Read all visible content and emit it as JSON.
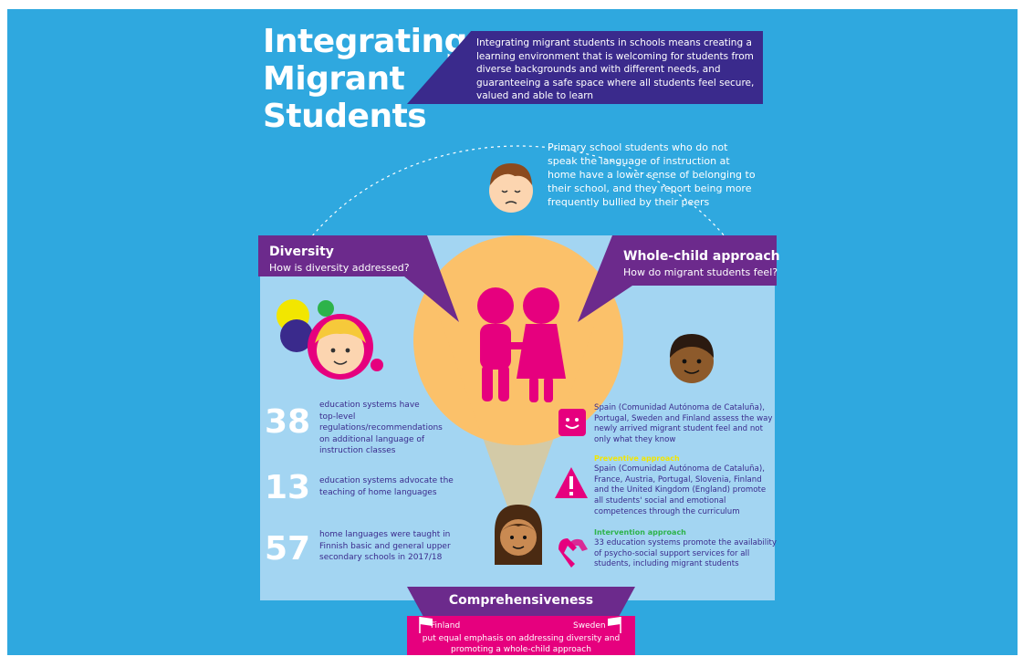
{
  "title_lines": [
    "Integrating",
    "Migrant",
    "Students"
  ],
  "intro": "Integrating migrant students in schools means creating a learning environment that is welcoming for students from diverse backgrounds and with different needs, and guaranteeing a safe space where all students feel secure, valued and able to learn",
  "primary_note": "Primary school students who do not speak the language of instruction at home have a lower sense of belonging to their school, and they report being more frequently bullied by their peers",
  "diversity": {
    "title": "Diversity",
    "subtitle": "How is diversity addressed?",
    "stats": [
      {
        "number": "38",
        "text": "education systems have top-level regulations/recommendations on additional language of instruction classes"
      },
      {
        "number": "13",
        "text": "education systems advocate the teaching of home languages"
      },
      {
        "number": "57",
        "text": "home languages were taught in Finnish basic and general upper secondary schools in 2017/18"
      }
    ]
  },
  "whole_child": {
    "title": "Whole-child approach",
    "subtitle": "How do migrant students feel?",
    "items": [
      {
        "label": "",
        "text": "Spain (Comunidad Autónoma de Cataluña), Portugal, Sweden and Finland assess the way newly arrived migrant student feel and not only what they know"
      },
      {
        "label": "Preventive approach",
        "text": "Spain (Comunidad Autónoma de Cataluña), France, Austria, Portugal, Slovenia, Finland and the United Kingdom (England) promote all students' social and emotional competences through the curriculum"
      },
      {
        "label": "Intervention approach",
        "text": "33 education systems promote the availability of psycho-social support services for all students, including migrant students"
      }
    ]
  },
  "comprehensiveness": {
    "title": "Comprehensiveness",
    "left_flag": "Finland",
    "right_flag": "Sweden",
    "text": "put equal emphasis on addressing diversity and promoting a whole-child approach"
  },
  "colors": {
    "background": "#2fa8df",
    "panel": "#a3d5f2",
    "purple": "#6c2a8c",
    "navy": "#3a2a8c",
    "magenta": "#e6007e",
    "orange_circle": "#fbc16a",
    "preventive_label": "#f2e600",
    "intervention_label": "#2db34a"
  }
}
